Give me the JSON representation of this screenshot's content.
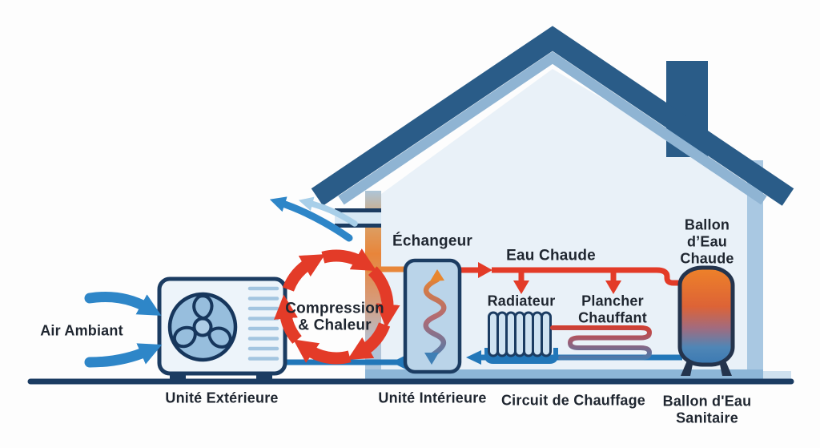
{
  "labels": {
    "air_ambiant": "Air Ambiant",
    "unite_exterieure": "Unité Extérieure",
    "compression_line1": "Compression",
    "compression_line2": "& Chaleur",
    "echangeur": "Échangeur",
    "unite_interieure": "Unité Intérieure",
    "eau_chaude": "Eau Chaude",
    "radiateur": "Radiateur",
    "plancher_line1": "Plancher",
    "plancher_line2": "Chauffant",
    "ballon_eau_chaude_line1": "Ballon",
    "ballon_eau_chaude_line2": "d’Eau",
    "ballon_eau_chaude_line3": "Chaude",
    "circuit_de_chauffage": "Circuit de Chauffage",
    "ballon_sanitaire_line1": "Ballon d'Eau",
    "ballon_sanitaire_line2": "Sanitaire"
  },
  "colors": {
    "outline_navy": "#1b3c62",
    "roof_dark": "#2a5c88",
    "roof_light_band": "#8fb4d3",
    "house_interior": "#e9f1f8",
    "wall_right": "#a9c8e2",
    "floor_band": "#8db6d7",
    "hot_red": "#e33b28",
    "hot_pipe_orange": "#e8873a",
    "cold_pipe_blue": "#2277b9",
    "air_arrow_blue": "#2e86c8",
    "air_arrow_light": "#a8cfe9",
    "tank_top": "#ee8229",
    "tank_bottom": "#3b79b2",
    "exchanger_fill": "#bad4e9",
    "unit_fill": "#edf4fa",
    "fan_disc": "#97bedd",
    "text": "#1f2630"
  }
}
